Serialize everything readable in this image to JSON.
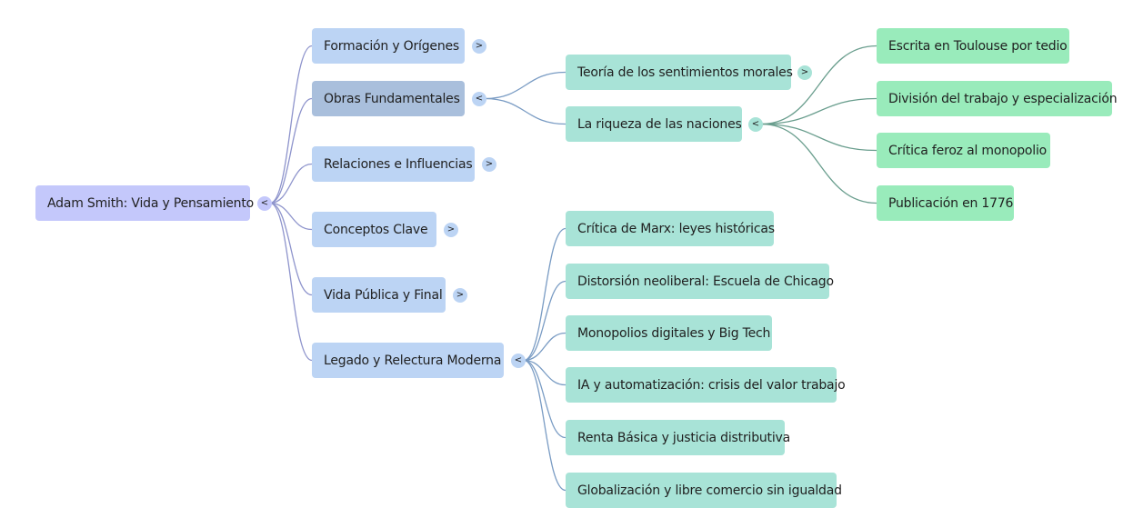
{
  "mindmap": {
    "root": {
      "label": "Adam Smith: Vida y Pensamiento",
      "toggle": "<",
      "children": [
        {
          "label": "Formación y Orígenes",
          "toggle": ">"
        },
        {
          "label": "Obras Fundamentales",
          "toggle": "<",
          "selected": true,
          "children": [
            {
              "label": "Teoría de los sentimientos morales",
              "toggle": ">"
            },
            {
              "label": "La riqueza de las naciones",
              "toggle": "<",
              "children": [
                {
                  "label": "Escrita en Toulouse por tedio"
                },
                {
                  "label": "División del trabajo y especialización"
                },
                {
                  "label": "Crítica feroz al monopolio"
                },
                {
                  "label": "Publicación en 1776"
                }
              ]
            }
          ]
        },
        {
          "label": "Relaciones e Influencias",
          "toggle": ">"
        },
        {
          "label": "Conceptos Clave",
          "toggle": ">"
        },
        {
          "label": "Vida Pública y Final",
          "toggle": ">"
        },
        {
          "label": "Legado y Relectura Moderna",
          "toggle": "<",
          "children": [
            {
              "label": "Crítica de Marx: leyes históricas"
            },
            {
              "label": "Distorsión neoliberal: Escuela de Chicago"
            },
            {
              "label": "Monopolios digitales y Big Tech"
            },
            {
              "label": "IA y automatización: crisis del valor trabajo"
            },
            {
              "label": "Renta Básica y justicia distributiva"
            },
            {
              "label": "Globalización y libre comercio sin igualdad"
            }
          ]
        }
      ]
    },
    "colors": {
      "root": "#c4c8fb",
      "level1": "#bcd4f4",
      "level1_selected": "#a9bfdc",
      "level2": "#a8e3d7",
      "level3": "#99ebbb",
      "link_root": "#8e94cc",
      "link_level1": "#7a9cc4",
      "link_level2": "#6a9e8e"
    }
  }
}
